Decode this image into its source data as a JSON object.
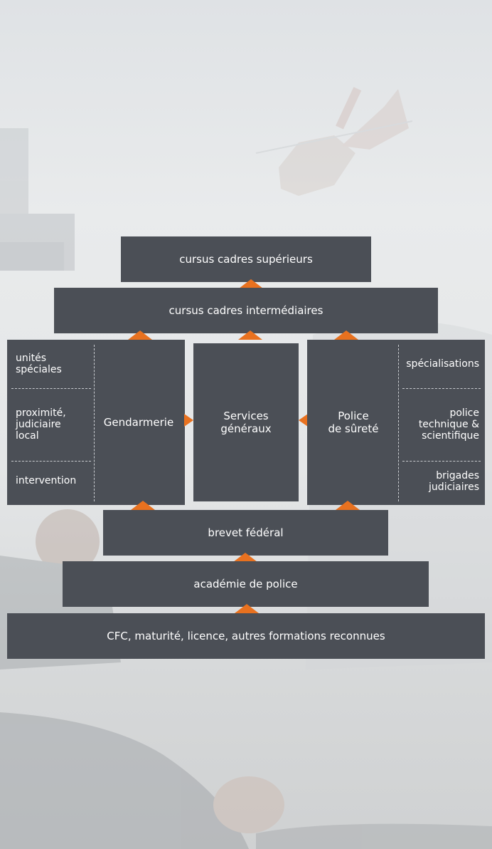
{
  "diagram": {
    "top": "cursus cadres supérieurs",
    "middle": "cursus cadres intermédiaires",
    "gendarmerie": {
      "title": "Gendarmerie",
      "subs": [
        "unités\nspéciales",
        "proximité,\njudiciaire\nlocal",
        "intervention"
      ]
    },
    "services": {
      "title": "Services\ngénéraux"
    },
    "surete": {
      "title": "Police\nde sûreté",
      "subs": [
        "spécialisations",
        "police\ntechnique &\nscientifique",
        "brigades\njudiciaires"
      ]
    },
    "brevet": "brevet fédéral",
    "academie": "académie de police",
    "base": "CFC, maturité, licence, autres formations reconnues"
  },
  "colors": {
    "box": "#4b4f56",
    "arrow": "#e8711f",
    "text": "#ffffff"
  }
}
